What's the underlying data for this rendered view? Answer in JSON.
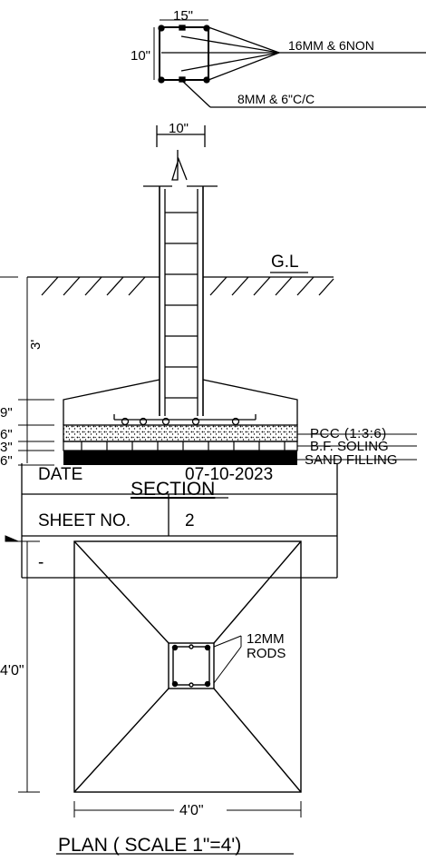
{
  "column_detail": {
    "width_label": "15\"",
    "height_label": "10\"",
    "main_bars_label": "16MM & 6NON",
    "stirrups_label": "8MM & 6\"C/C"
  },
  "section": {
    "column_width_label": "10\"",
    "ground_level_label": "G.L",
    "depth_label": "3'",
    "footing_label": "9\"",
    "pcc_thk_label": "6\"",
    "soling_thk_label": "3\"",
    "sand_thk_label": "6\"",
    "pcc_label": "PCC (1:3:6)",
    "soling_label": "B.F. SOLING",
    "sand_label": "SAND FILLING",
    "title": "SECTION"
  },
  "title_block": {
    "date_label": "DATE",
    "date_value": "07-10-2023",
    "sheet_label": "SHEET NO.",
    "sheet_value": "2",
    "extra_label": "-"
  },
  "plan": {
    "rods_label_1": "12MM",
    "rods_label_2": "RODS",
    "size_vertical": "4'0\"",
    "size_horizontal": "4'0\"",
    "title": "PLAN ( SCALE 1\"=4')"
  }
}
